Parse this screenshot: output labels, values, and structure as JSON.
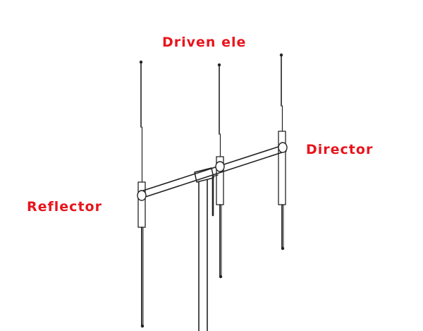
{
  "labels": {
    "driven": "Driven ele",
    "director": "Director",
    "reflector": "Reflector"
  },
  "colors": {
    "label": "#e8141c",
    "line": "#222222"
  },
  "icons": [
    "yagi-antenna-drawing"
  ]
}
